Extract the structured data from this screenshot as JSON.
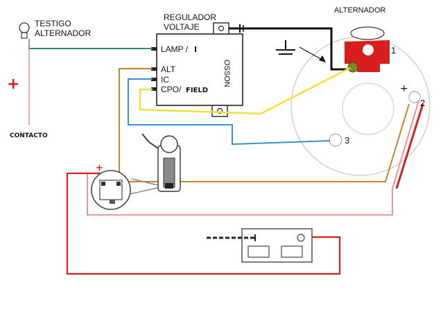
{
  "labels": {
    "testigo_line1": "TESTIGO",
    "testigo_line2": "ALTERNADOR",
    "regulador_line1": "REGULADOR",
    "regulador_line2": "VOLTAJE",
    "alternador": "ALTERNADOR",
    "contacto": "CONTACTO",
    "lamp": "LAMP /",
    "lamp_suffix": "I",
    "alt": "ALT",
    "ic": "IC",
    "cpo": "CPO/",
    "cpo_suffix": "FIELD",
    "brand": "OSSON",
    "term_1": "1",
    "term_2": "2",
    "term_3": "3",
    "plus_alternator": "+",
    "plus_contacto": "+",
    "plus_distributor": "+"
  },
  "colors": {
    "wire_green": "#3a8a7a",
    "wire_orange": "#c8832a",
    "wire_blue": "#3a8fd0",
    "wire_yellow": "#f2e03a",
    "wire_red": "#d81e1e",
    "wire_pink": "#e88a8a",
    "wire_black": "#111111",
    "terminal_red": "#d81e1e",
    "terminal_green": "#7a8a20"
  }
}
